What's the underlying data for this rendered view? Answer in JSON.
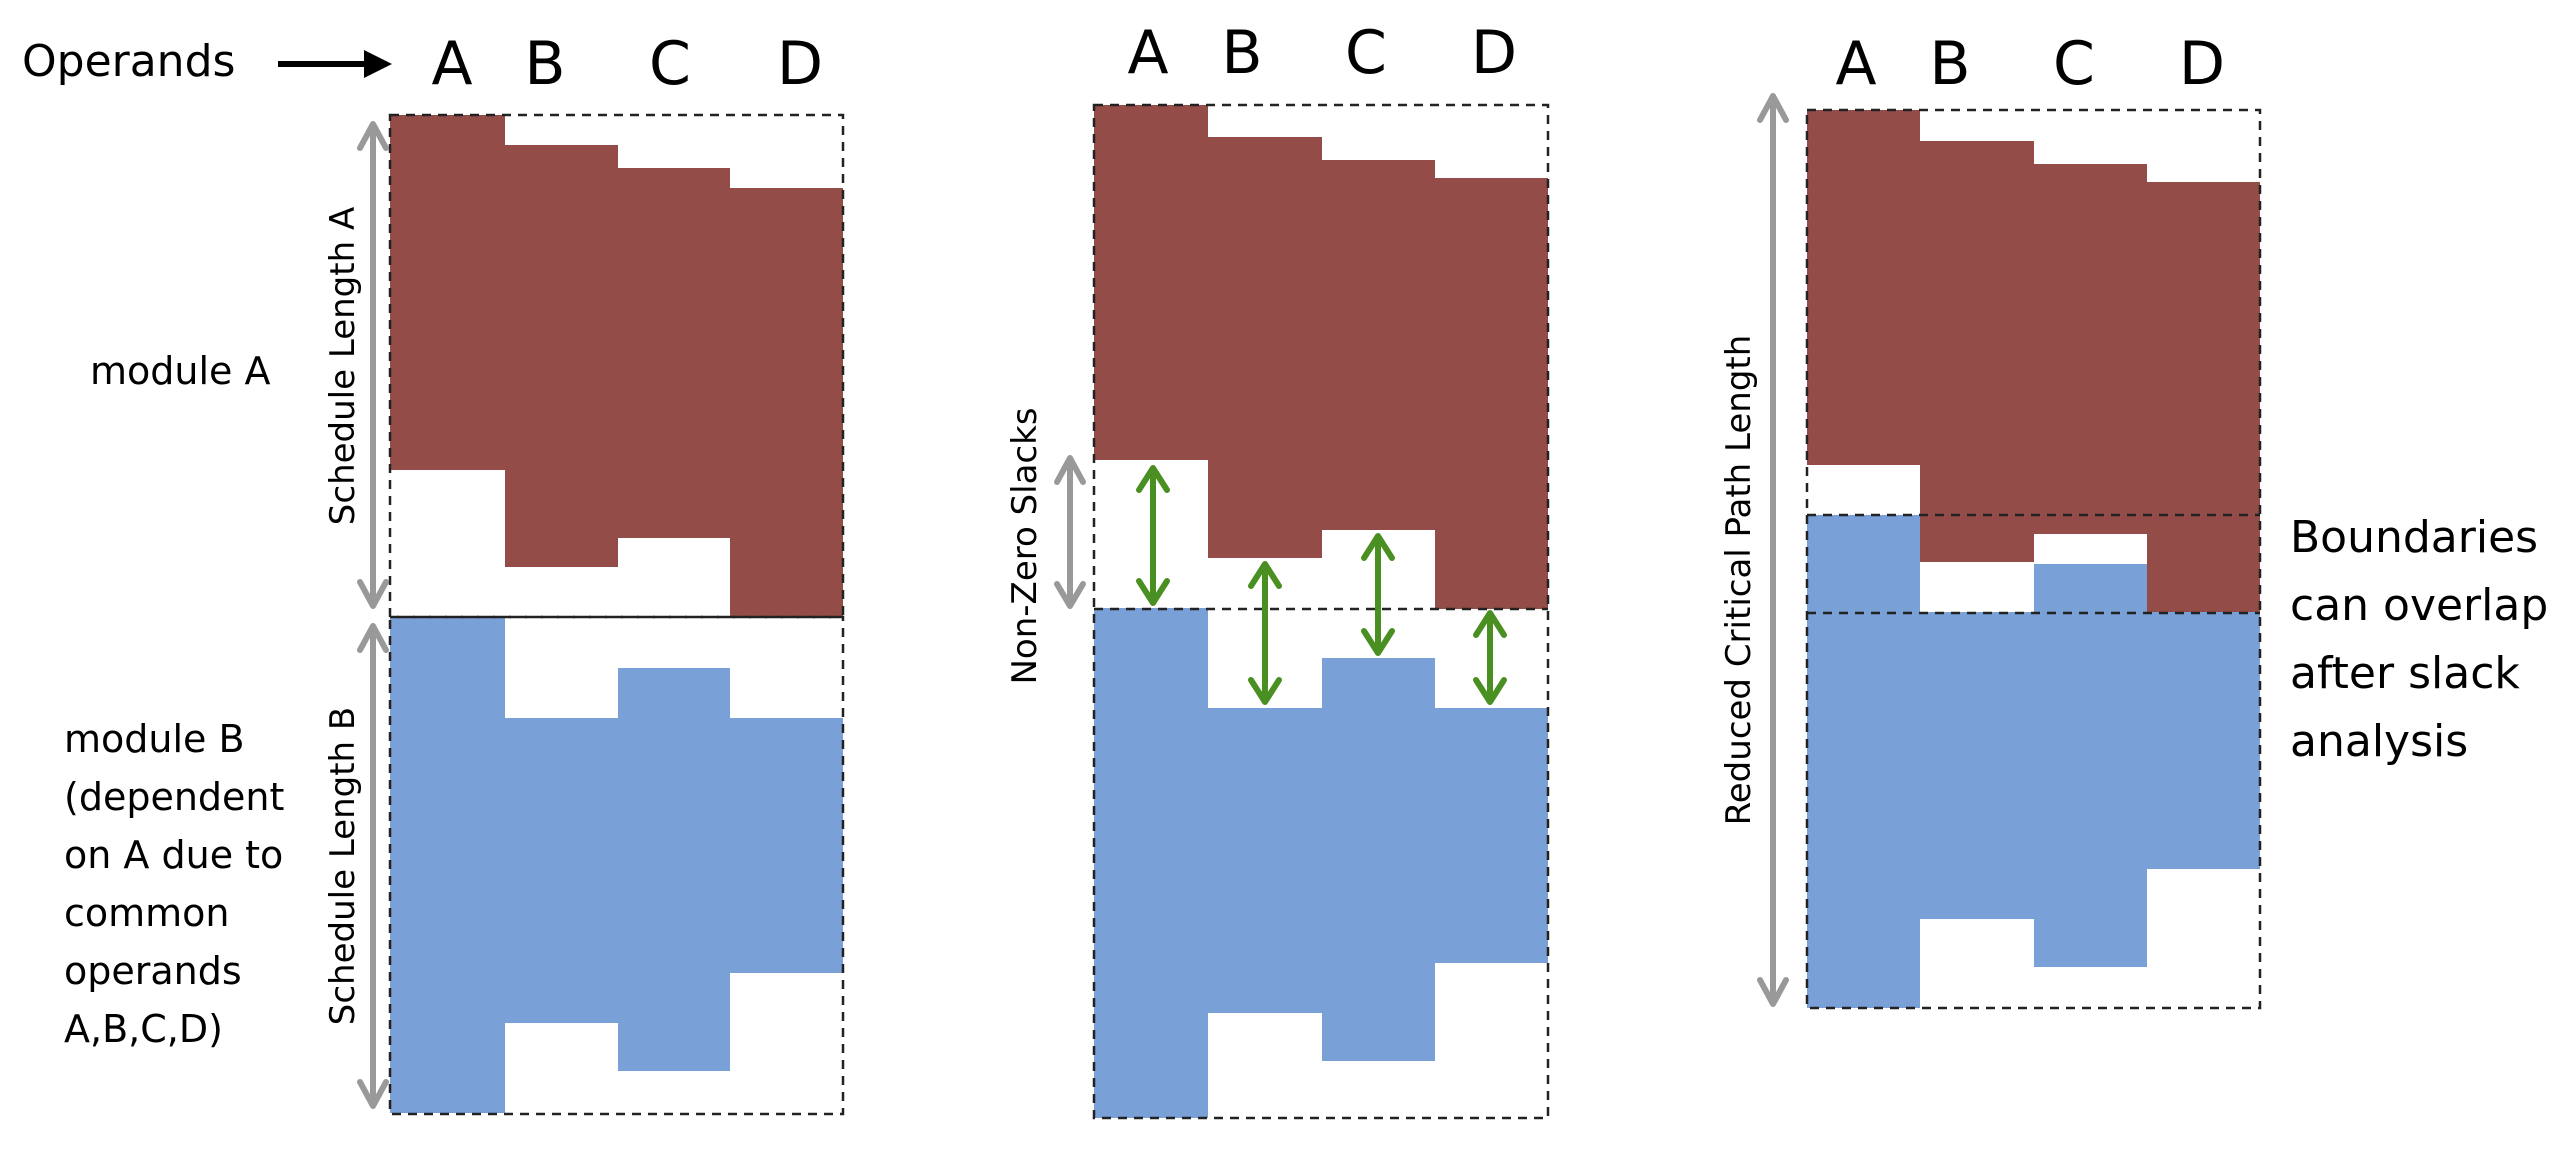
{
  "colors": {
    "module_a": "#944c48",
    "module_b": "#7aa0d8",
    "slack_arrow": "#4a8f22",
    "dimension_arrow": "#999999"
  },
  "operands_label": "Operands",
  "operand_columns": [
    "A",
    "B",
    "C",
    "D"
  ],
  "module_a_label": "module A",
  "module_b_label": [
    "module B",
    "(dependent",
    "on A due to",
    "common",
    "operands",
    "A,B,C,D)"
  ],
  "schedule_length_a_label": "Schedule Length A",
  "schedule_length_b_label": "Schedule Length B",
  "non_zero_slacks_label": "Non-Zero Slacks",
  "reduced_critical_path_label": "Reduced Critical Path Length",
  "boundaries_note": [
    "Boundaries",
    "can overlap",
    "after slack",
    "analysis"
  ]
}
